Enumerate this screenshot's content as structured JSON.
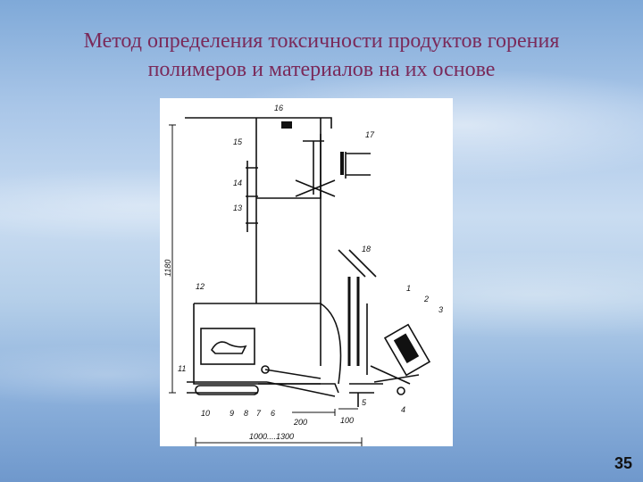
{
  "slide": {
    "title_line1": "Метод определения токсичности продуктов горения",
    "title_line2": "полимеров и материалов на их основе",
    "page_number": "35"
  },
  "figure": {
    "callouts": [
      "16",
      "15",
      "17",
      "14",
      "13",
      "18",
      "12",
      "1",
      "2",
      "3",
      "11",
      "10",
      "9",
      "8",
      "7",
      "6",
      "5",
      "4"
    ],
    "dimensions": {
      "height": "1180",
      "dim_200": "200",
      "dim_100": "100",
      "width_range": "1000....1300"
    }
  },
  "colors": {
    "title": "#7a2a5a",
    "background": "#a9c6e8",
    "drawing": "#111111"
  }
}
